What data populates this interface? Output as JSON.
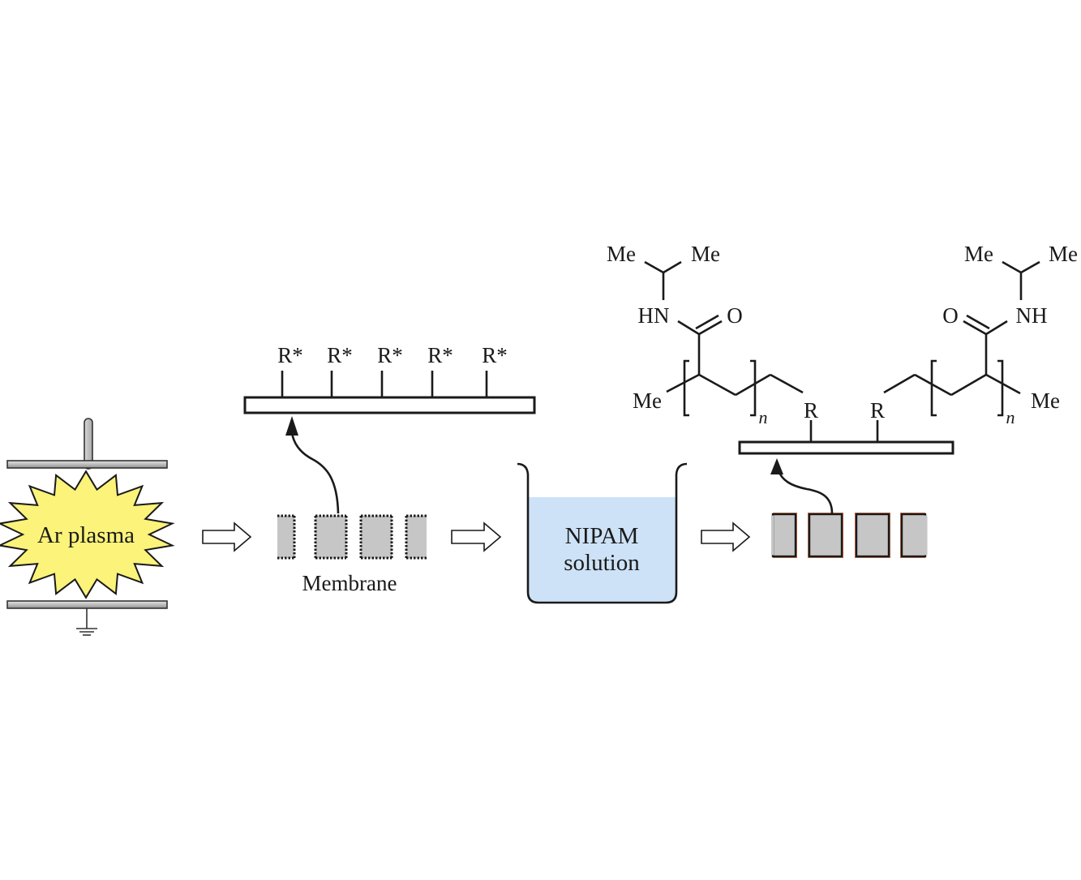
{
  "figure": {
    "type": "process-schematic",
    "colors": {
      "plasma_fill": "#fbf37a",
      "electrode_fill": "#c4c4c4",
      "membrane_fill": "#c6c6c6",
      "solution_fill": "#cde2f7",
      "grafted_layer": "#c8704a",
      "ink": "#1a1a1a"
    }
  },
  "step1": {
    "label": "Ar plasma",
    "components": [
      "top-electrode",
      "plasma-burst",
      "bottom-electrode",
      "ground-symbol"
    ]
  },
  "step2": {
    "label": "Membrane",
    "surface_groups": [
      "R*",
      "R*",
      "R*",
      "R*",
      "R*"
    ]
  },
  "step3": {
    "label_line1": "NIPAM",
    "label_line2": "solution"
  },
  "step4": {
    "surface_groups": [
      "R",
      "R"
    ],
    "left_chain": {
      "isopropyl_me1": "Me",
      "isopropyl_me2": "Me",
      "amide_nh": "HN",
      "carbonyl_o": "O",
      "end_group": "Me",
      "repeat": "n"
    },
    "right_chain": {
      "isopropyl_me1": "Me",
      "isopropyl_me2": "Me",
      "amide_nh": "NH",
      "carbonyl_o": "O",
      "end_group": "Me",
      "repeat": "n"
    }
  },
  "arrows": [
    "process-arrow",
    "process-arrow",
    "process-arrow"
  ]
}
